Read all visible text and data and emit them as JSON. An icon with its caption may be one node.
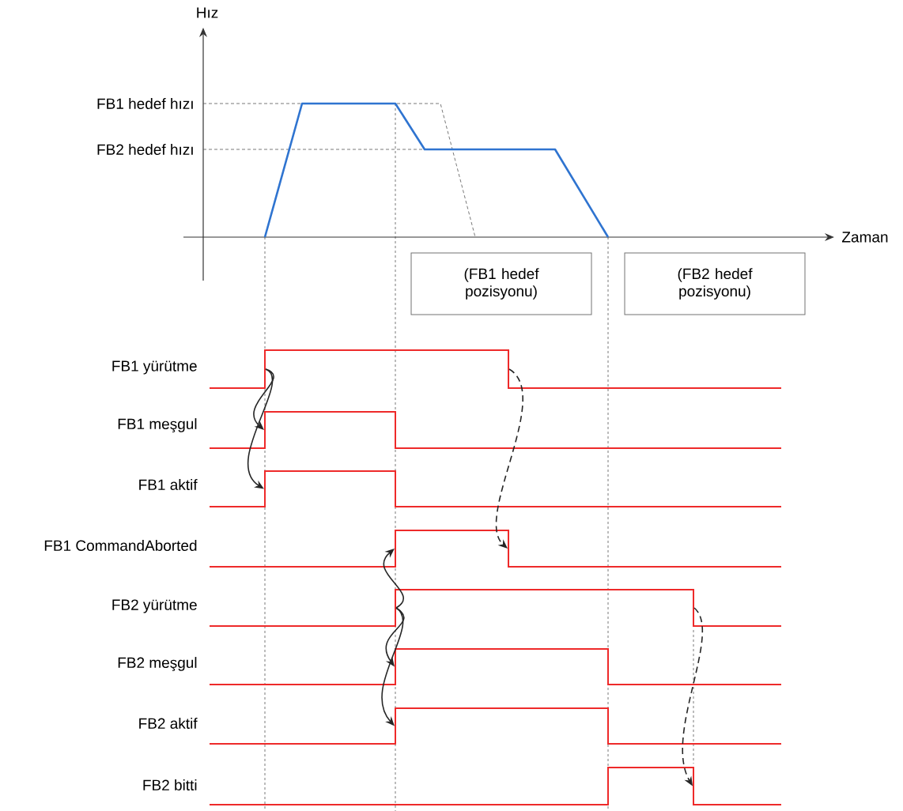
{
  "diagram": {
    "nodes": [
      {
        "text": [
          "(FB1 hedef pozisyonu)"
        ]
      },
      {
        "text": [
          "(FB2 hedef pozisyonu)"
        ]
      },
      {
        "text": [],
        "shape": "bar"
      },
      {
        "text": [],
        "shape": "bar"
      },
      {
        "text": [],
        "shape": "bar"
      },
      {
        "text": [],
        "shape": "bar"
      },
      {
        "text": [],
        "shape": "bar"
      },
      {
        "text": [],
        "shape": "bar"
      },
      {
        "text": [],
        "shape": "bar"
      },
      {
        "text": [],
        "shape": "bar"
      },
      {
        "text": [],
        "shape": "bar"
      },
      {
        "text": [],
        "shape": "bar"
      },
      {
        "text": [],
        "shape": "bar"
      }
    ],
    "edges": [
      {
        "from": 2,
        "to": 4,
        "arrow": "to"
      },
      {
        "from": 2,
        "to": 5,
        "arrow": "to"
      },
      {
        "from": 3,
        "to": 7,
        "arrow": "to",
        "style": "dashed"
      },
      {
        "from": 8,
        "to": 6,
        "arrow": "to"
      },
      {
        "from": 8,
        "to": 10,
        "arrow": "to"
      },
      {
        "from": 8,
        "to": 11,
        "arrow": "to"
      },
      {
        "from": 9,
        "to": 12,
        "arrow": "to",
        "style": "dashed"
      }
    ],
    "labels": [
      "Hız",
      "FB1 hedef hızı",
      "FB2 hedef hızı",
      "Zaman",
      "FB1 yürütme",
      "FB1 meşgul",
      "FB1 aktif",
      "FB1 CommandAborted",
      "FB2 yürütme",
      "FB2 meşgul",
      "FB2 aktif",
      "FB2 bitti"
    ]
  }
}
